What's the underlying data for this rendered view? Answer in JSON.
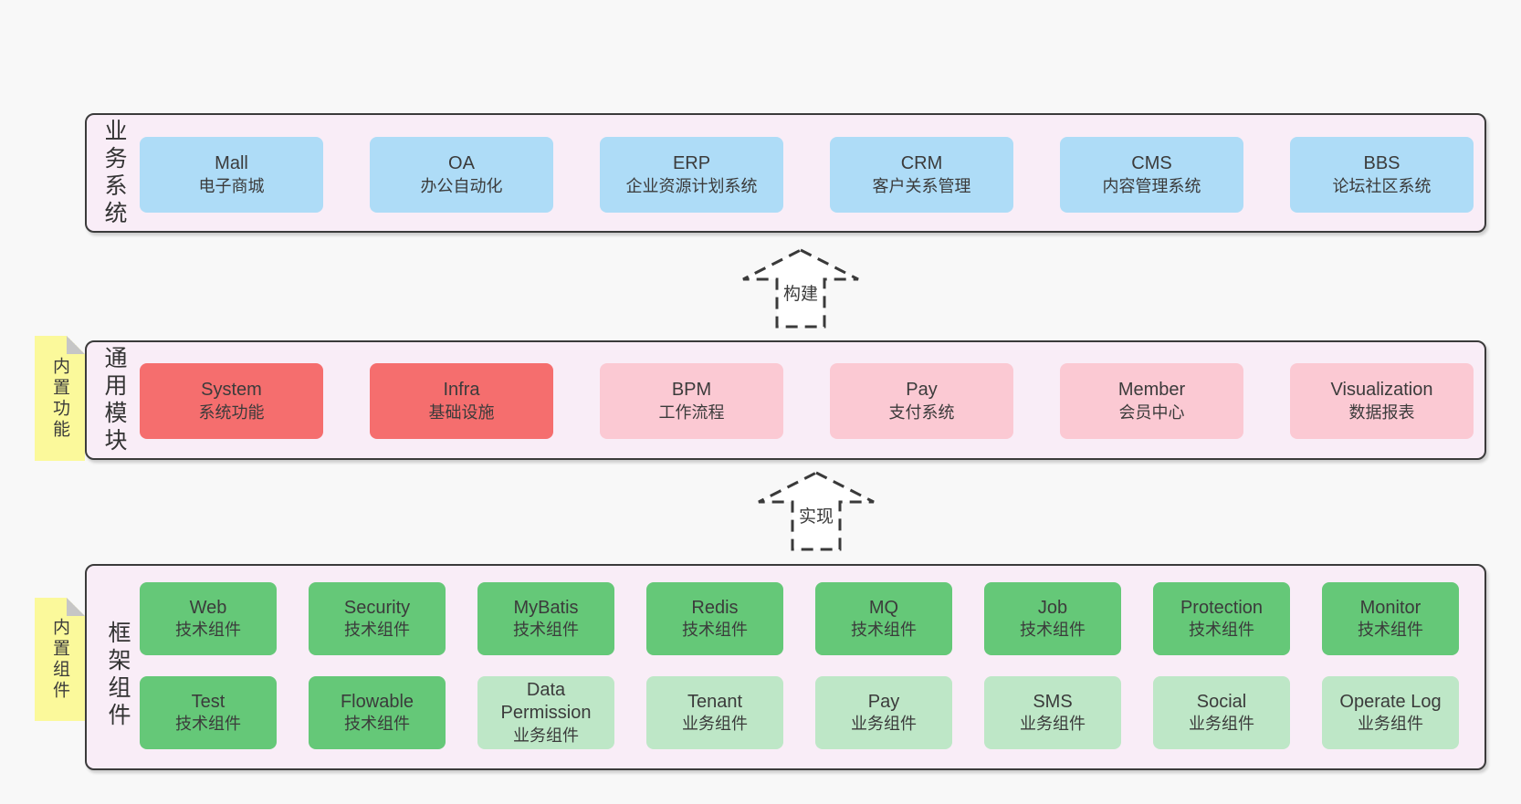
{
  "colors": {
    "page_bg": "#f8f8f8",
    "band_bg": "#f9edf7",
    "band_border": "#3b3b3b",
    "blue": "#aedcf7",
    "red": "#f56e6e",
    "pink": "#fbc9d3",
    "green": "#65c878",
    "green_light": "#bee7c7",
    "sticky_yellow": "#fbf99b",
    "text": "#3b3b3b"
  },
  "bands": [
    {
      "label": "业务系统",
      "sticky": null,
      "rows": [
        [
          {
            "en": "Mall",
            "zh": "电子商城",
            "variant": "blue"
          },
          {
            "en": "OA",
            "zh": "办公自动化",
            "variant": "blue"
          },
          {
            "en": "ERP",
            "zh": "企业资源计划系统",
            "variant": "blue"
          },
          {
            "en": "CRM",
            "zh": "客户关系管理",
            "variant": "blue"
          },
          {
            "en": "CMS",
            "zh": "内容管理系统",
            "variant": "blue"
          },
          {
            "en": "BBS",
            "zh": "论坛社区系统",
            "variant": "blue"
          }
        ]
      ]
    },
    {
      "label": "通用模块",
      "sticky": "内置功能",
      "rows": [
        [
          {
            "en": "System",
            "zh": "系统功能",
            "variant": "red"
          },
          {
            "en": "Infra",
            "zh": "基础设施",
            "variant": "red"
          },
          {
            "en": "BPM",
            "zh": "工作流程",
            "variant": "pink"
          },
          {
            "en": "Pay",
            "zh": "支付系统",
            "variant": "pink"
          },
          {
            "en": "Member",
            "zh": "会员中心",
            "variant": "pink"
          },
          {
            "en": "Visualization",
            "zh": "数据报表",
            "variant": "pink"
          }
        ]
      ]
    },
    {
      "label": "框架组件",
      "sticky": "内置组件",
      "rows": [
        [
          {
            "en": "Web",
            "zh": "技术组件",
            "variant": "green"
          },
          {
            "en": "Security",
            "zh": "技术组件",
            "variant": "green"
          },
          {
            "en": "MyBatis",
            "zh": "技术组件",
            "variant": "green"
          },
          {
            "en": "Redis",
            "zh": "技术组件",
            "variant": "green"
          },
          {
            "en": "MQ",
            "zh": "技术组件",
            "variant": "green"
          },
          {
            "en": "Job",
            "zh": "技术组件",
            "variant": "green"
          },
          {
            "en": "Protection",
            "zh": "技术组件",
            "variant": "green"
          },
          {
            "en": "Monitor",
            "zh": "技术组件",
            "variant": "green"
          }
        ],
        [
          {
            "en": "Test",
            "zh": "技术组件",
            "variant": "green"
          },
          {
            "en": "Flowable",
            "zh": "技术组件",
            "variant": "green"
          },
          {
            "en": "Data Permission",
            "zh": "业务组件",
            "variant": "green-light"
          },
          {
            "en": "Tenant",
            "zh": "业务组件",
            "variant": "green-light"
          },
          {
            "en": "Pay",
            "zh": "业务组件",
            "variant": "green-light"
          },
          {
            "en": "SMS",
            "zh": "业务组件",
            "variant": "green-light"
          },
          {
            "en": "Social",
            "zh": "业务组件",
            "variant": "green-light"
          },
          {
            "en": "Operate Log",
            "zh": "业务组件",
            "variant": "green-light"
          }
        ]
      ]
    }
  ],
  "arrows": [
    {
      "label": "构建"
    },
    {
      "label": "实现"
    }
  ]
}
